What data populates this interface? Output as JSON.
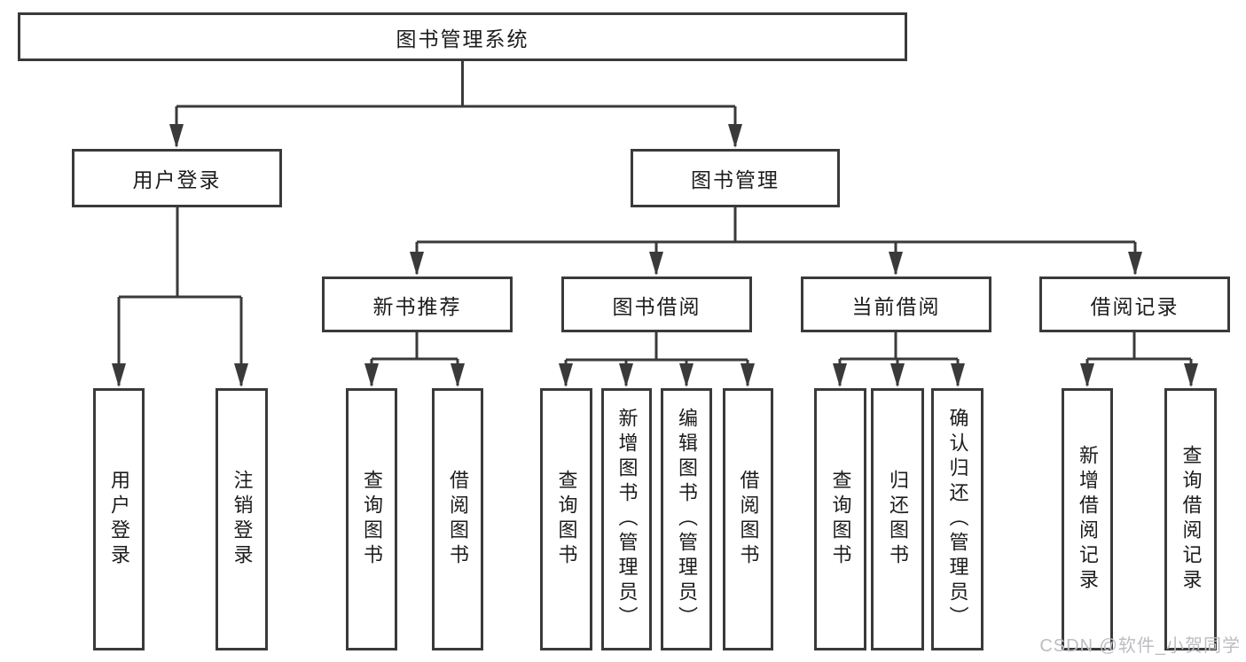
{
  "tree": {
    "root": {
      "label": "图书管理系统"
    },
    "branches": [
      {
        "label": "用户登录",
        "children": [
          {
            "label": "用户登录"
          },
          {
            "label": "注销登录"
          }
        ]
      },
      {
        "label": "图书管理",
        "children": [
          {
            "label": "新书推荐",
            "children": [
              {
                "label": "查询图书"
              },
              {
                "label": "借阅图书"
              }
            ]
          },
          {
            "label": "图书借阅",
            "children": [
              {
                "label": "查询图书"
              },
              {
                "label": "新增图书（管理员）"
              },
              {
                "label": "编辑图书（管理员）"
              },
              {
                "label": "借阅图书"
              }
            ]
          },
          {
            "label": "当前借阅",
            "children": [
              {
                "label": "查询图书"
              },
              {
                "label": "归还图书"
              },
              {
                "label": "确认归还（管理员）"
              }
            ]
          },
          {
            "label": "借阅记录",
            "children": [
              {
                "label": "新增借阅记录"
              },
              {
                "label": "查询借阅记录"
              }
            ]
          }
        ]
      }
    ]
  },
  "watermark": "CSDN @软件_小贺同学",
  "colors": {
    "line": "#3a3a3a",
    "box_border": "#3a3a3a",
    "text": "#1c1c1c",
    "watermark": "#bdbdc2",
    "background": "#ffffff"
  }
}
